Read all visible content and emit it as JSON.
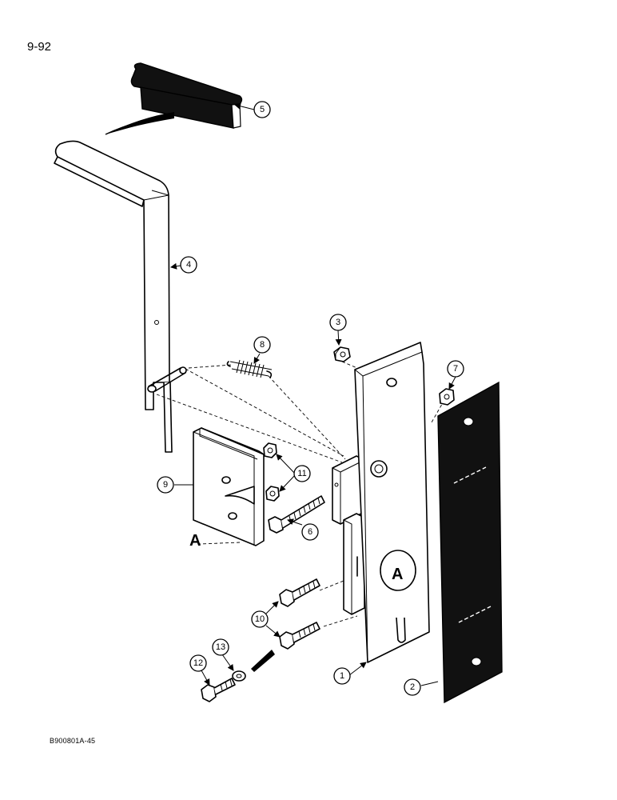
{
  "page_number": "9-92",
  "drawing_code": "B900801A-45",
  "view_marker": "A",
  "callouts": {
    "c1": "1",
    "c2": "2",
    "c3": "3",
    "c4": "4",
    "c5": "5",
    "c6": "6",
    "c7": "7",
    "c8": "8",
    "c9": "9",
    "c10": "10",
    "c11": "11",
    "c12": "12",
    "c13": "13"
  }
}
